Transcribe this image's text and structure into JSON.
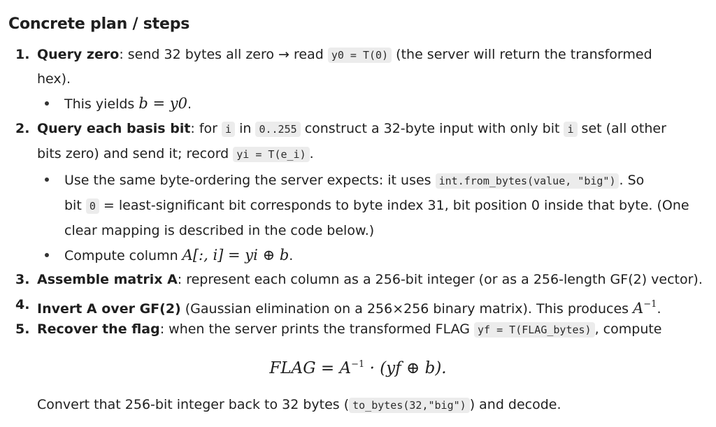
{
  "heading": "Concrete plan / steps",
  "steps": [
    {
      "number": "1.",
      "title": "Query zero",
      "text_a": ": send 32 bytes all zero → read ",
      "code_a": "y0 = T(0)",
      "text_b": " (the server will return the transformed",
      "cont": "hex).",
      "sub": [
        {
          "text_a": "This yields ",
          "math": "b = y0",
          "text_b": "."
        }
      ]
    },
    {
      "number": "2.",
      "title": "Query each basis bit",
      "text_a": ": for ",
      "code_a": "i",
      "text_b": " in ",
      "code_b": "0..255",
      "text_c": " construct a 32-byte input with only bit ",
      "code_c": "i",
      "text_d": " set (all other",
      "cont_a": "bits zero) and send it; record ",
      "cont_code": "yi = T(e_i)",
      "cont_b": ".",
      "sub": [
        {
          "line1_a": "Use the same byte-ordering the server expects: it uses ",
          "line1_code": "int.from_bytes(value, \"big\")",
          "line1_b": ". So",
          "line2_a": "bit ",
          "line2_code": "0",
          "line2_b": " = least-significant bit corresponds to byte index 31, bit position 0 inside that byte. (One",
          "line3": "clear mapping is described in the code below.)"
        },
        {
          "text_a": "Compute column ",
          "math": "A[:, i] = yi ⊕ b",
          "text_b": "."
        }
      ]
    },
    {
      "number": "3.",
      "title": "Assemble matrix A",
      "text_a": ": represent each column as a 256-bit integer (or as a 256-length GF(2) vector)."
    },
    {
      "number": "4.",
      "title": "Invert A over GF(2)",
      "text_a": " (Gaussian elimination on a 256×256 binary matrix). This produces ",
      "math_base": "A",
      "math_sup": "−1",
      "text_b": "."
    },
    {
      "number": "5.",
      "title": "Recover the flag",
      "text_a": ": when the server prints the transformed FLAG ",
      "code_a": "yf = T(FLAG_bytes)",
      "text_b": ", compute"
    }
  ],
  "display_math": {
    "lhs": "FLAG",
    "eq": " = ",
    "base": "A",
    "sup": "−1",
    "rest": " · (yf ⊕ b)."
  },
  "final": {
    "text_a": "Convert that 256-bit integer back to 32 bytes (",
    "code": "to_bytes(32,\"big\")",
    "text_b": ") and decode."
  }
}
